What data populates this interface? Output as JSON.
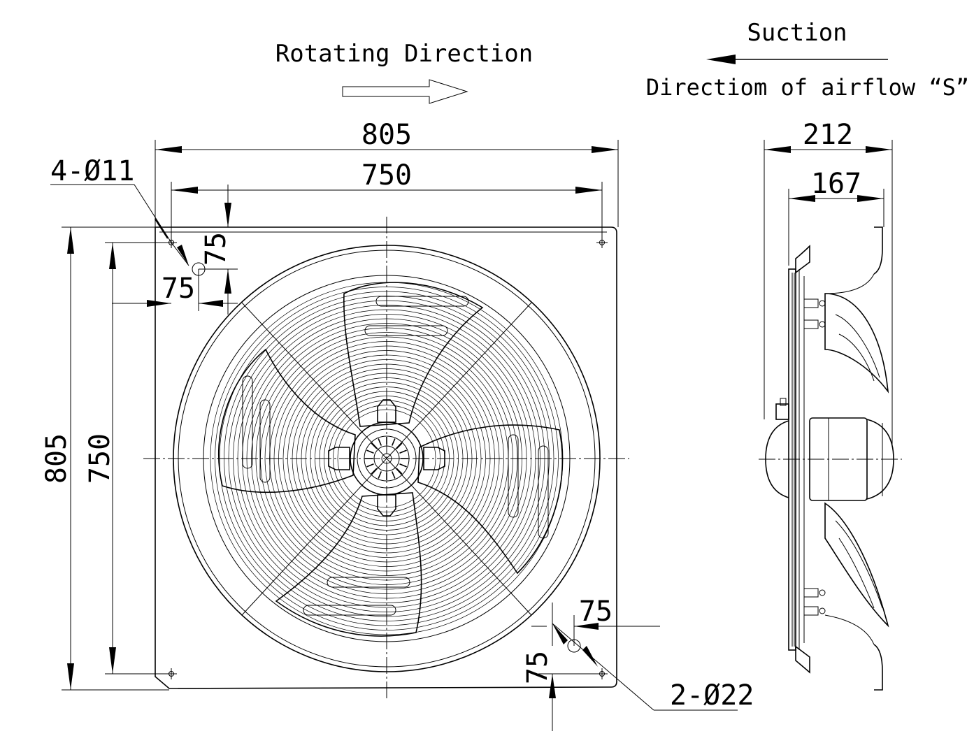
{
  "header": {
    "rotating_direction": "Rotating Direction",
    "suction": "Suction",
    "airflow_direction": "Directiom of airflow “S”"
  },
  "front_view": {
    "dim_overall_width": "805",
    "dim_hole_spacing_width": "750",
    "dim_overall_height": "805",
    "dim_hole_spacing_height": "750",
    "mount_holes_label": "4-Ø11",
    "top_offset_vertical": "75",
    "top_offset_horizontal": "75",
    "bottom_offset_horizontal": "75",
    "bottom_offset_vertical": "75",
    "lifting_holes_label": "2-Ø22"
  },
  "side_view": {
    "dim_overall_depth": "212",
    "dim_inner_depth": "167"
  }
}
